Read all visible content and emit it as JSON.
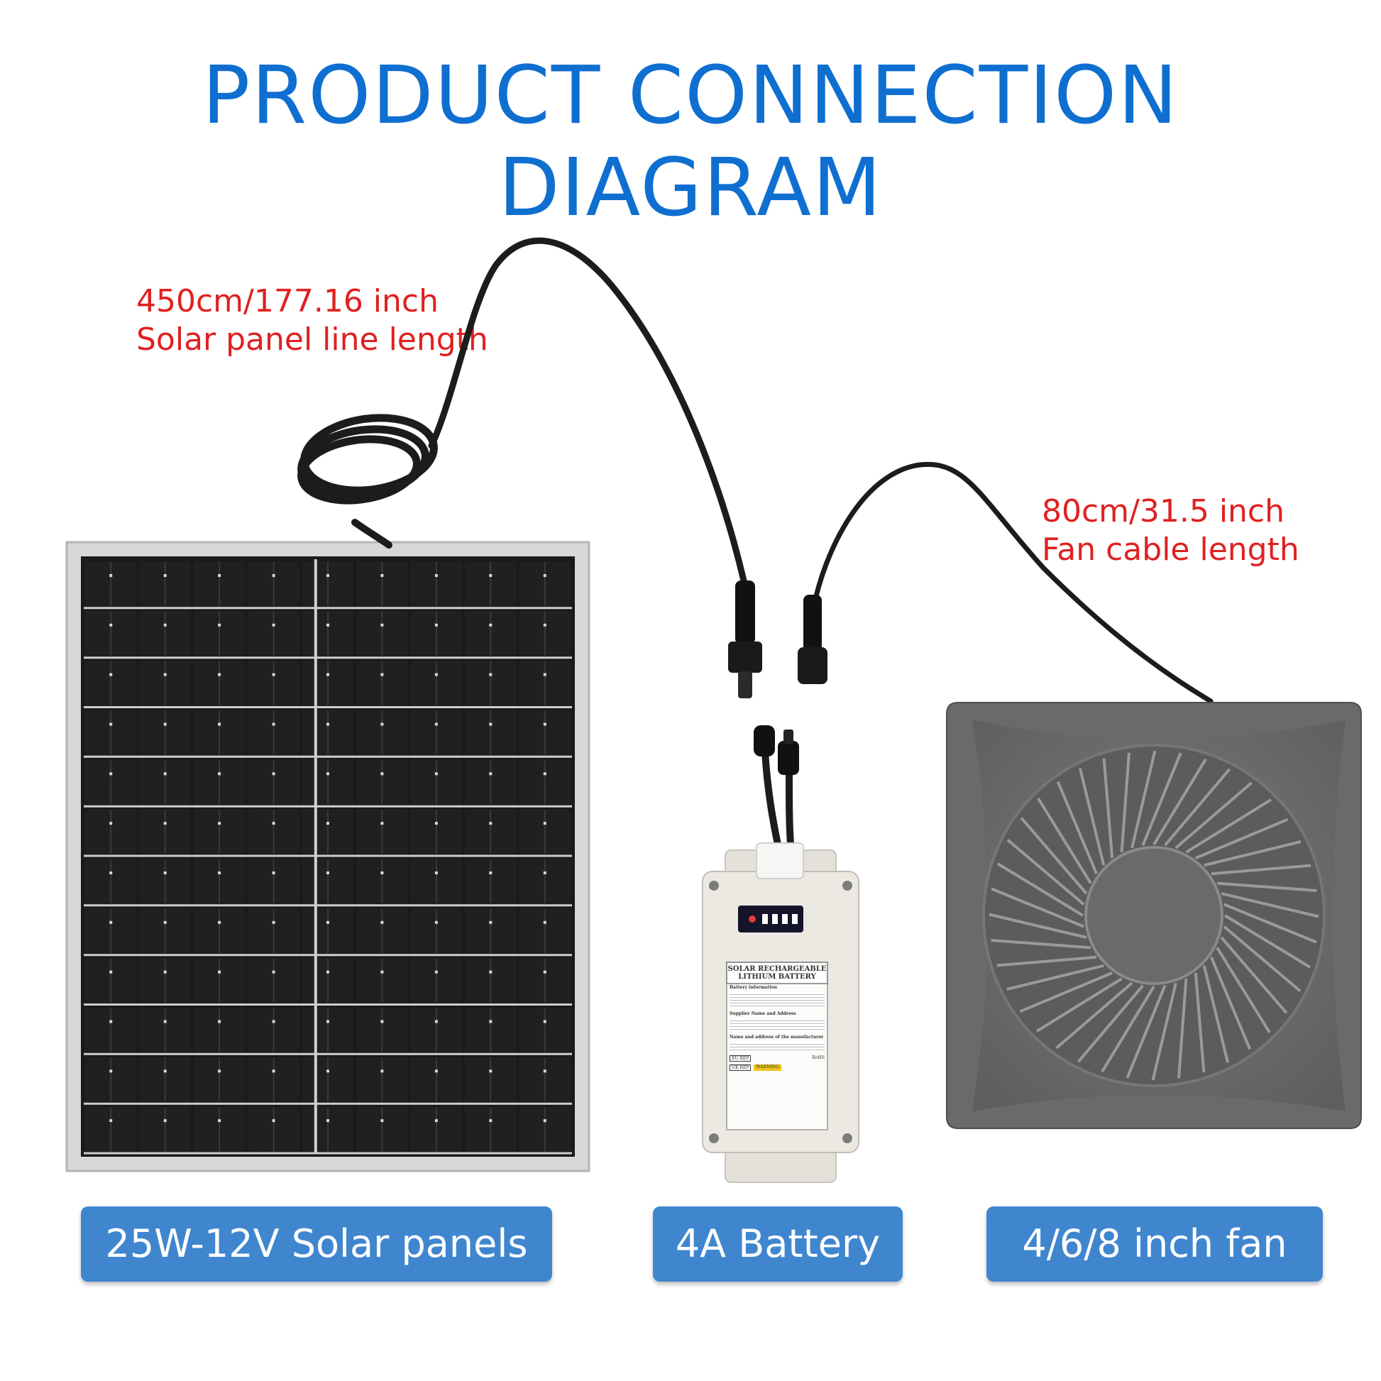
{
  "header": {
    "title": "PRODUCT CONNECTION DIAGRAM"
  },
  "callouts": {
    "solar_line_length": "450cm/177.16 inch",
    "solar_line_label": "Solar panel line length",
    "fan_cable_length": "80cm/31.5 inch",
    "fan_cable_label": "Fan cable length"
  },
  "labels": {
    "solar_panel": "25W-12V Solar panels",
    "battery": "4A Battery",
    "fan": "4/6/8 inch fan"
  },
  "battery_sticker": {
    "line1": "SOLAR RECHARGEABLE",
    "line2": "LITHIUM BATTERY",
    "section1": "Battery information",
    "section2": "Supplier Name and Address",
    "section3": "Name and address of the manufacturer",
    "warning": "WARNING",
    "rohs": "RoHS",
    "eu_rep": "EU REP",
    "uk_rep": "UK REP"
  },
  "colors": {
    "title": "#0f6fd0",
    "callout": "#e02020",
    "pill": "#3f86cf",
    "fan": "#6e6e70",
    "battery": "#e9e6e0"
  }
}
